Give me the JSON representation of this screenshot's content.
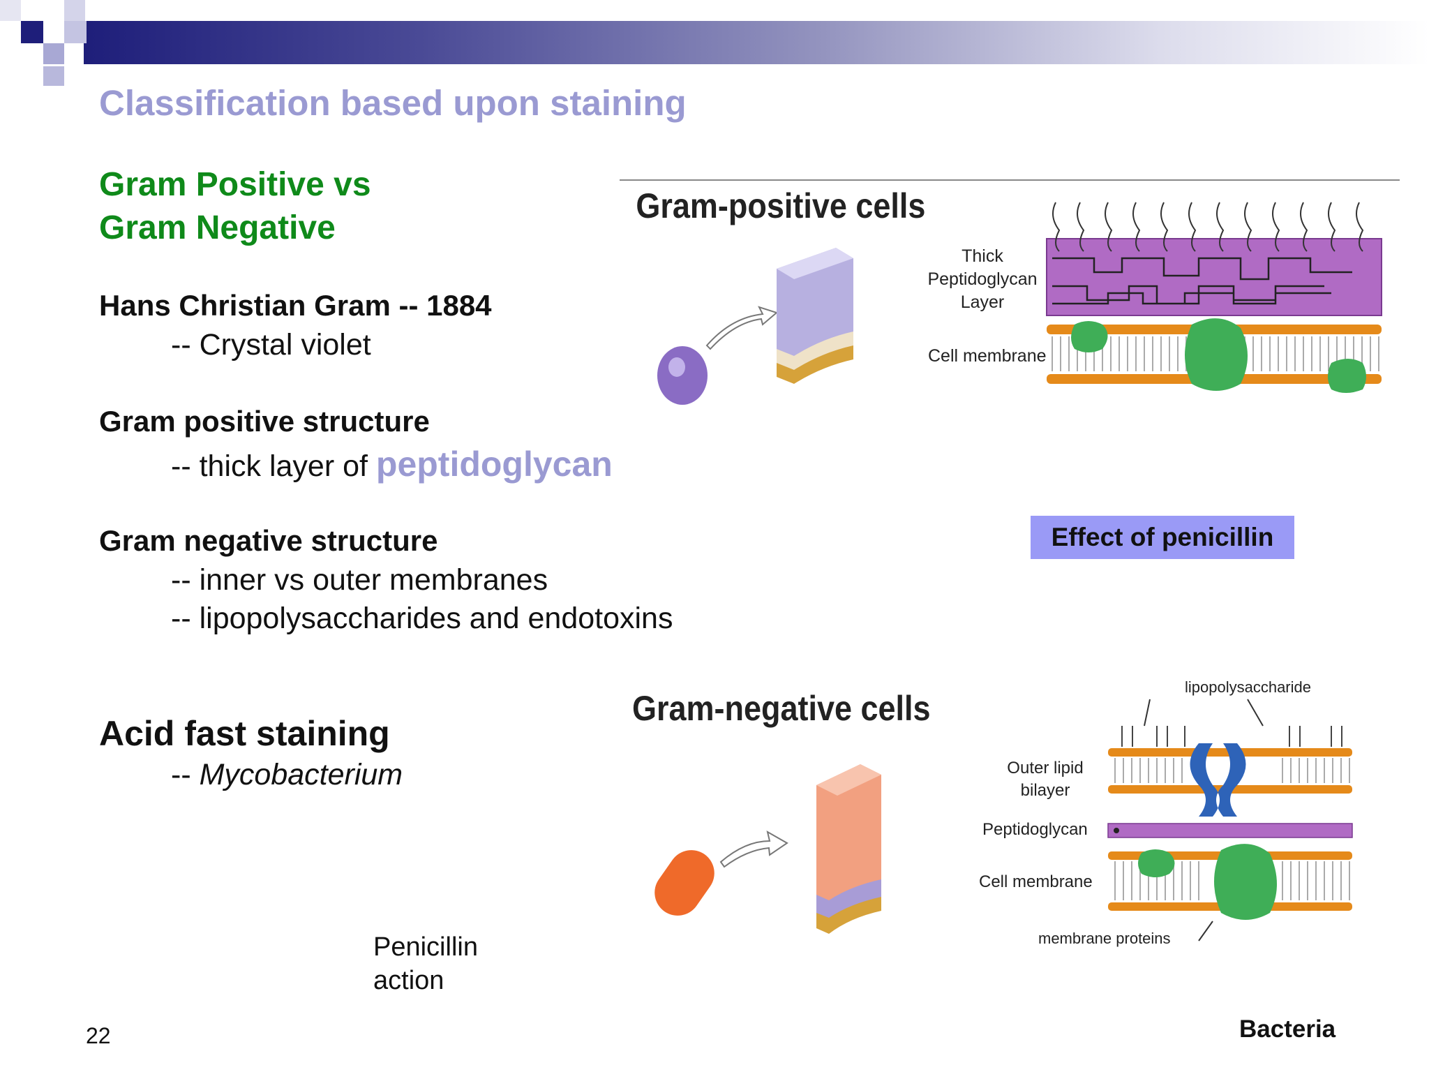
{
  "slide": {
    "title": "Classification based upon staining",
    "heading_line1": "Gram Positive vs",
    "heading_line2": "Gram Negative",
    "hans": "Hans Christian Gram -- 1884",
    "crystal": "-- Crystal violet",
    "gp_struct": "Gram positive structure",
    "thick_prefix": "-- thick layer of ",
    "thick_term": "peptidoglycan",
    "gn_struct": "Gram negative structure",
    "gn_bullet1": "-- inner vs outer membranes",
    "gn_bullet2": "-- lipopolysaccharides and endotoxins",
    "acid": "Acid fast staining",
    "myco_prefix": "-- ",
    "myco_term": "Mycobacterium",
    "pen_line1": "Penicillin",
    "pen_line2": "action",
    "effect_label": "Effect of penicillin",
    "page_number": "22",
    "footer": "Bacteria"
  },
  "figure_positive": {
    "title": "Gram-positive cells",
    "label_thick_1": "Thick",
    "label_thick_2": "Peptidoglycan",
    "label_thick_3": "Layer",
    "label_membrane": "Cell membrane"
  },
  "figure_negative": {
    "title": "Gram-negative cells",
    "label_lps": "lipopolysaccharide",
    "label_outer_1": "Outer lipid",
    "label_outer_2": "bilayer",
    "label_peptido": "Peptidoglycan",
    "label_membrane": "Cell membrane",
    "label_proteins": "membrane proteins"
  },
  "colors": {
    "title_purple": "#9a9ad2",
    "heading_green": "#0f8a1a",
    "effect_box": "#9a9af6",
    "peptidoglycan_purple": "#b06bc4",
    "membrane_orange": "#e58a1a",
    "protein_green": "#3fae57"
  }
}
